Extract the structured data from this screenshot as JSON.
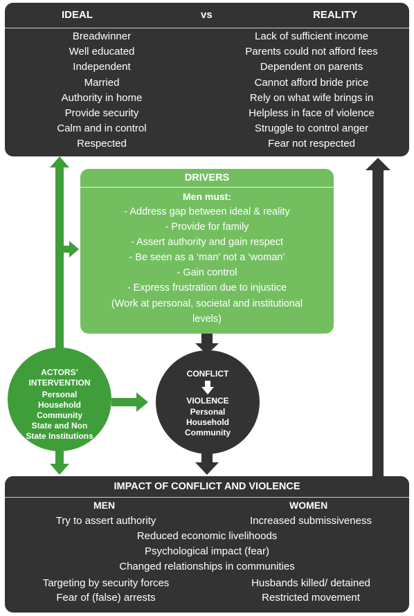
{
  "top": {
    "ideal_label": "IDEAL",
    "vs_label": "vs",
    "reality_label": "REALITY",
    "ideal_items": [
      "Breadwinner",
      "Well educated",
      "Independent",
      "Married",
      "Authority in home",
      "Provide security",
      "Calm and in control",
      "Respected"
    ],
    "reality_items": [
      "Lack of sufficient income",
      "Parents could not afford fees",
      "Dependent on parents",
      "Cannot afford bride price",
      "Rely on what wife brings in",
      "Helpless in face of violence",
      "Struggle to control anger",
      "Fear not respected"
    ]
  },
  "drivers": {
    "title": "DRIVERS",
    "subtitle": "Men must:",
    "items": [
      "- Address gap between ideal & reality",
      "- Provide for family",
      "- Assert authority and gain respect",
      "- Be seen as a ‘man’ not a ‘woman’",
      "- Gain control",
      "- Express frustration due to injustice"
    ],
    "note": "(Work at personal, societal and institutional levels)"
  },
  "actors": {
    "title_line1": "ACTORS’",
    "title_line2": "INTERVENTION",
    "levels": [
      "Personal",
      "Household",
      "Community",
      "State and Non",
      "State Institutions"
    ]
  },
  "conflict": {
    "conflict_label": "CONFLICT",
    "violence_label": "VIOLENCE",
    "levels": [
      "Personal",
      "Household",
      "Community"
    ]
  },
  "impact": {
    "title": "IMPACT OF CONFLICT AND VIOLENCE",
    "men_label": "MEN",
    "women_label": "WOMEN",
    "men_1": "Try to assert authority",
    "women_1": "Increased submissiveness",
    "shared_1": "Reduced economic livelihoods",
    "shared_2": "Psychological impact (fear)",
    "shared_3": "Changed relationships in communities",
    "men_2": "Targeting by security forces",
    "women_2": "Husbands killed/ detained",
    "men_3": "Fear of (false) arrests",
    "women_3": "Restricted movement"
  },
  "colors": {
    "dark": "#333333",
    "light_green": "#73bf60",
    "dark_green": "#3f9e3a"
  }
}
